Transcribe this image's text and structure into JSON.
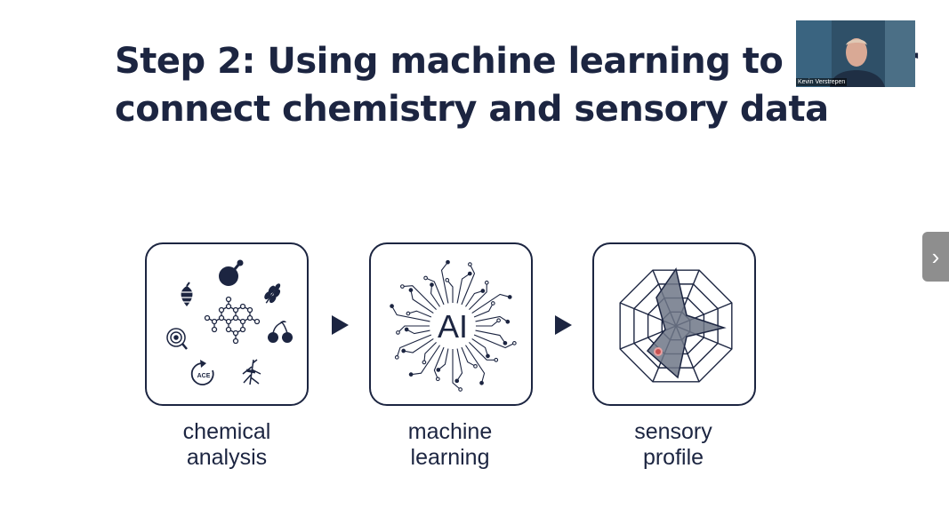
{
  "slide": {
    "title_line1": "Step 2: Using machine learning to better",
    "title_line2": "connect chemistry and sensory data",
    "steps": [
      {
        "caption_line1": "chemical",
        "caption_line2": "analysis"
      },
      {
        "caption_line1": "machine",
        "caption_line2": "learning",
        "icon_text": "AI"
      },
      {
        "caption_line1": "sensory",
        "caption_line2": "profile"
      }
    ],
    "ace_label": "ACE"
  },
  "video": {
    "participant_name": "Kevin Verstrepen"
  },
  "nav": {
    "next_glyph": "›"
  },
  "colors": {
    "navy": "#1c2541",
    "radar_fill": "#6f7787"
  }
}
